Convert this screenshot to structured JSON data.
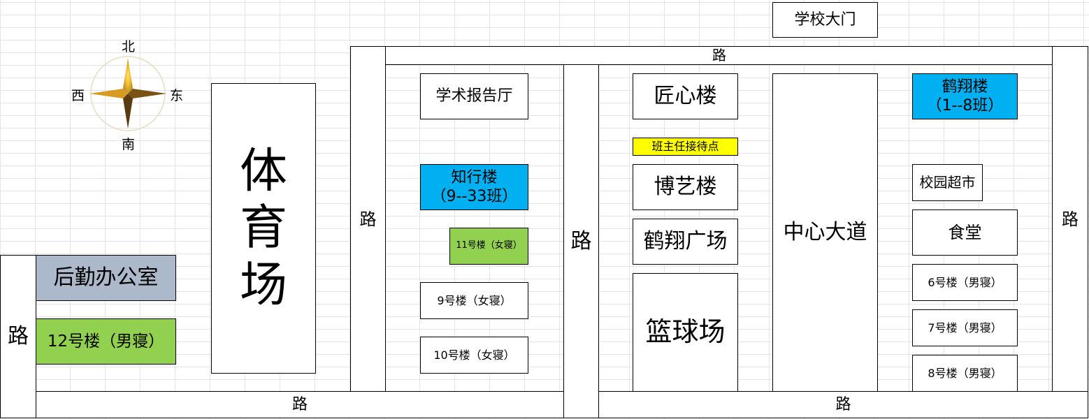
{
  "compass": {
    "north": "北",
    "south": "南",
    "west": "西",
    "east": "东"
  },
  "roads": {
    "top": "路",
    "left_inner": "路",
    "center": "路",
    "right": "路",
    "far_left": "路",
    "bottom_left": "路",
    "bottom_right": "路"
  },
  "locations": {
    "school_gate": "学校大门",
    "stadium": [
      "体",
      "育",
      "场"
    ],
    "logistics_office": "后勤办公室",
    "building_12": "12号楼（男寝）",
    "lecture_hall": "学术报告厅",
    "zhixing_building": {
      "name": "知行楼",
      "classes": "（9--33班）"
    },
    "building_11": "11号楼（女寝）",
    "building_9": "9号楼（女寝）",
    "building_10": "10号楼（女寝）",
    "jiangxin_building": "匠心楼",
    "teacher_reception": "班主任接待点",
    "boyi_building": "博艺楼",
    "hexiang_square": "鹤翔广场",
    "basketball_court": "篮球场",
    "central_avenue": "中心大道",
    "hexiang_building": {
      "name": "鹤翔楼",
      "classes": "（1--8班）"
    },
    "campus_supermarket": "校园超市",
    "canteen": "食堂",
    "building_6": "6号楼（男寝）",
    "building_7": "7号楼（男寝）",
    "building_8": "8号楼（男寝）"
  },
  "colors": {
    "teaching_building": "#00b0f0",
    "girls_dorm": "#92d050",
    "office": "#acb9ca",
    "reception": "#ffff00"
  }
}
